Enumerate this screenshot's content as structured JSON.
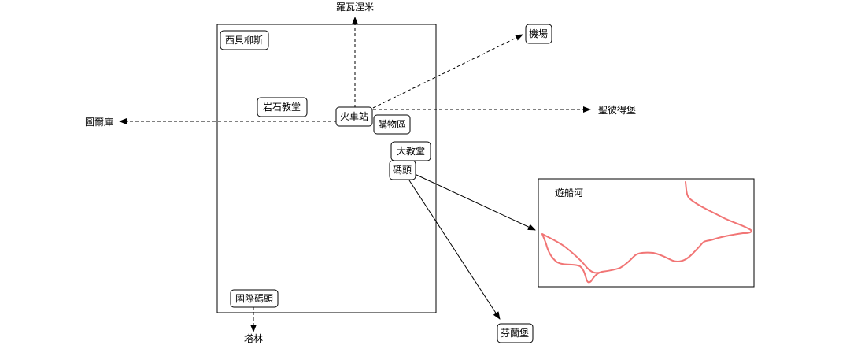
{
  "diagram": {
    "map_labels": {
      "west_bay": "西貝柳斯",
      "rock_church": "岩石教堂",
      "train_station": "火車站",
      "shopping": "購物區",
      "cathedral": "大教堂",
      "pier": "碼頭",
      "intl_pier": "國際碼頭"
    },
    "destinations": {
      "rovaniemi": "羅瓦涅米",
      "airport": "機場",
      "st_petersburg": "聖彼得堡",
      "turku": "圖爾庫",
      "tallinn": "塔林",
      "suomenlinna": "芬蘭堡"
    },
    "inset": {
      "title": "遊船河",
      "route_color": "#f06666"
    }
  }
}
